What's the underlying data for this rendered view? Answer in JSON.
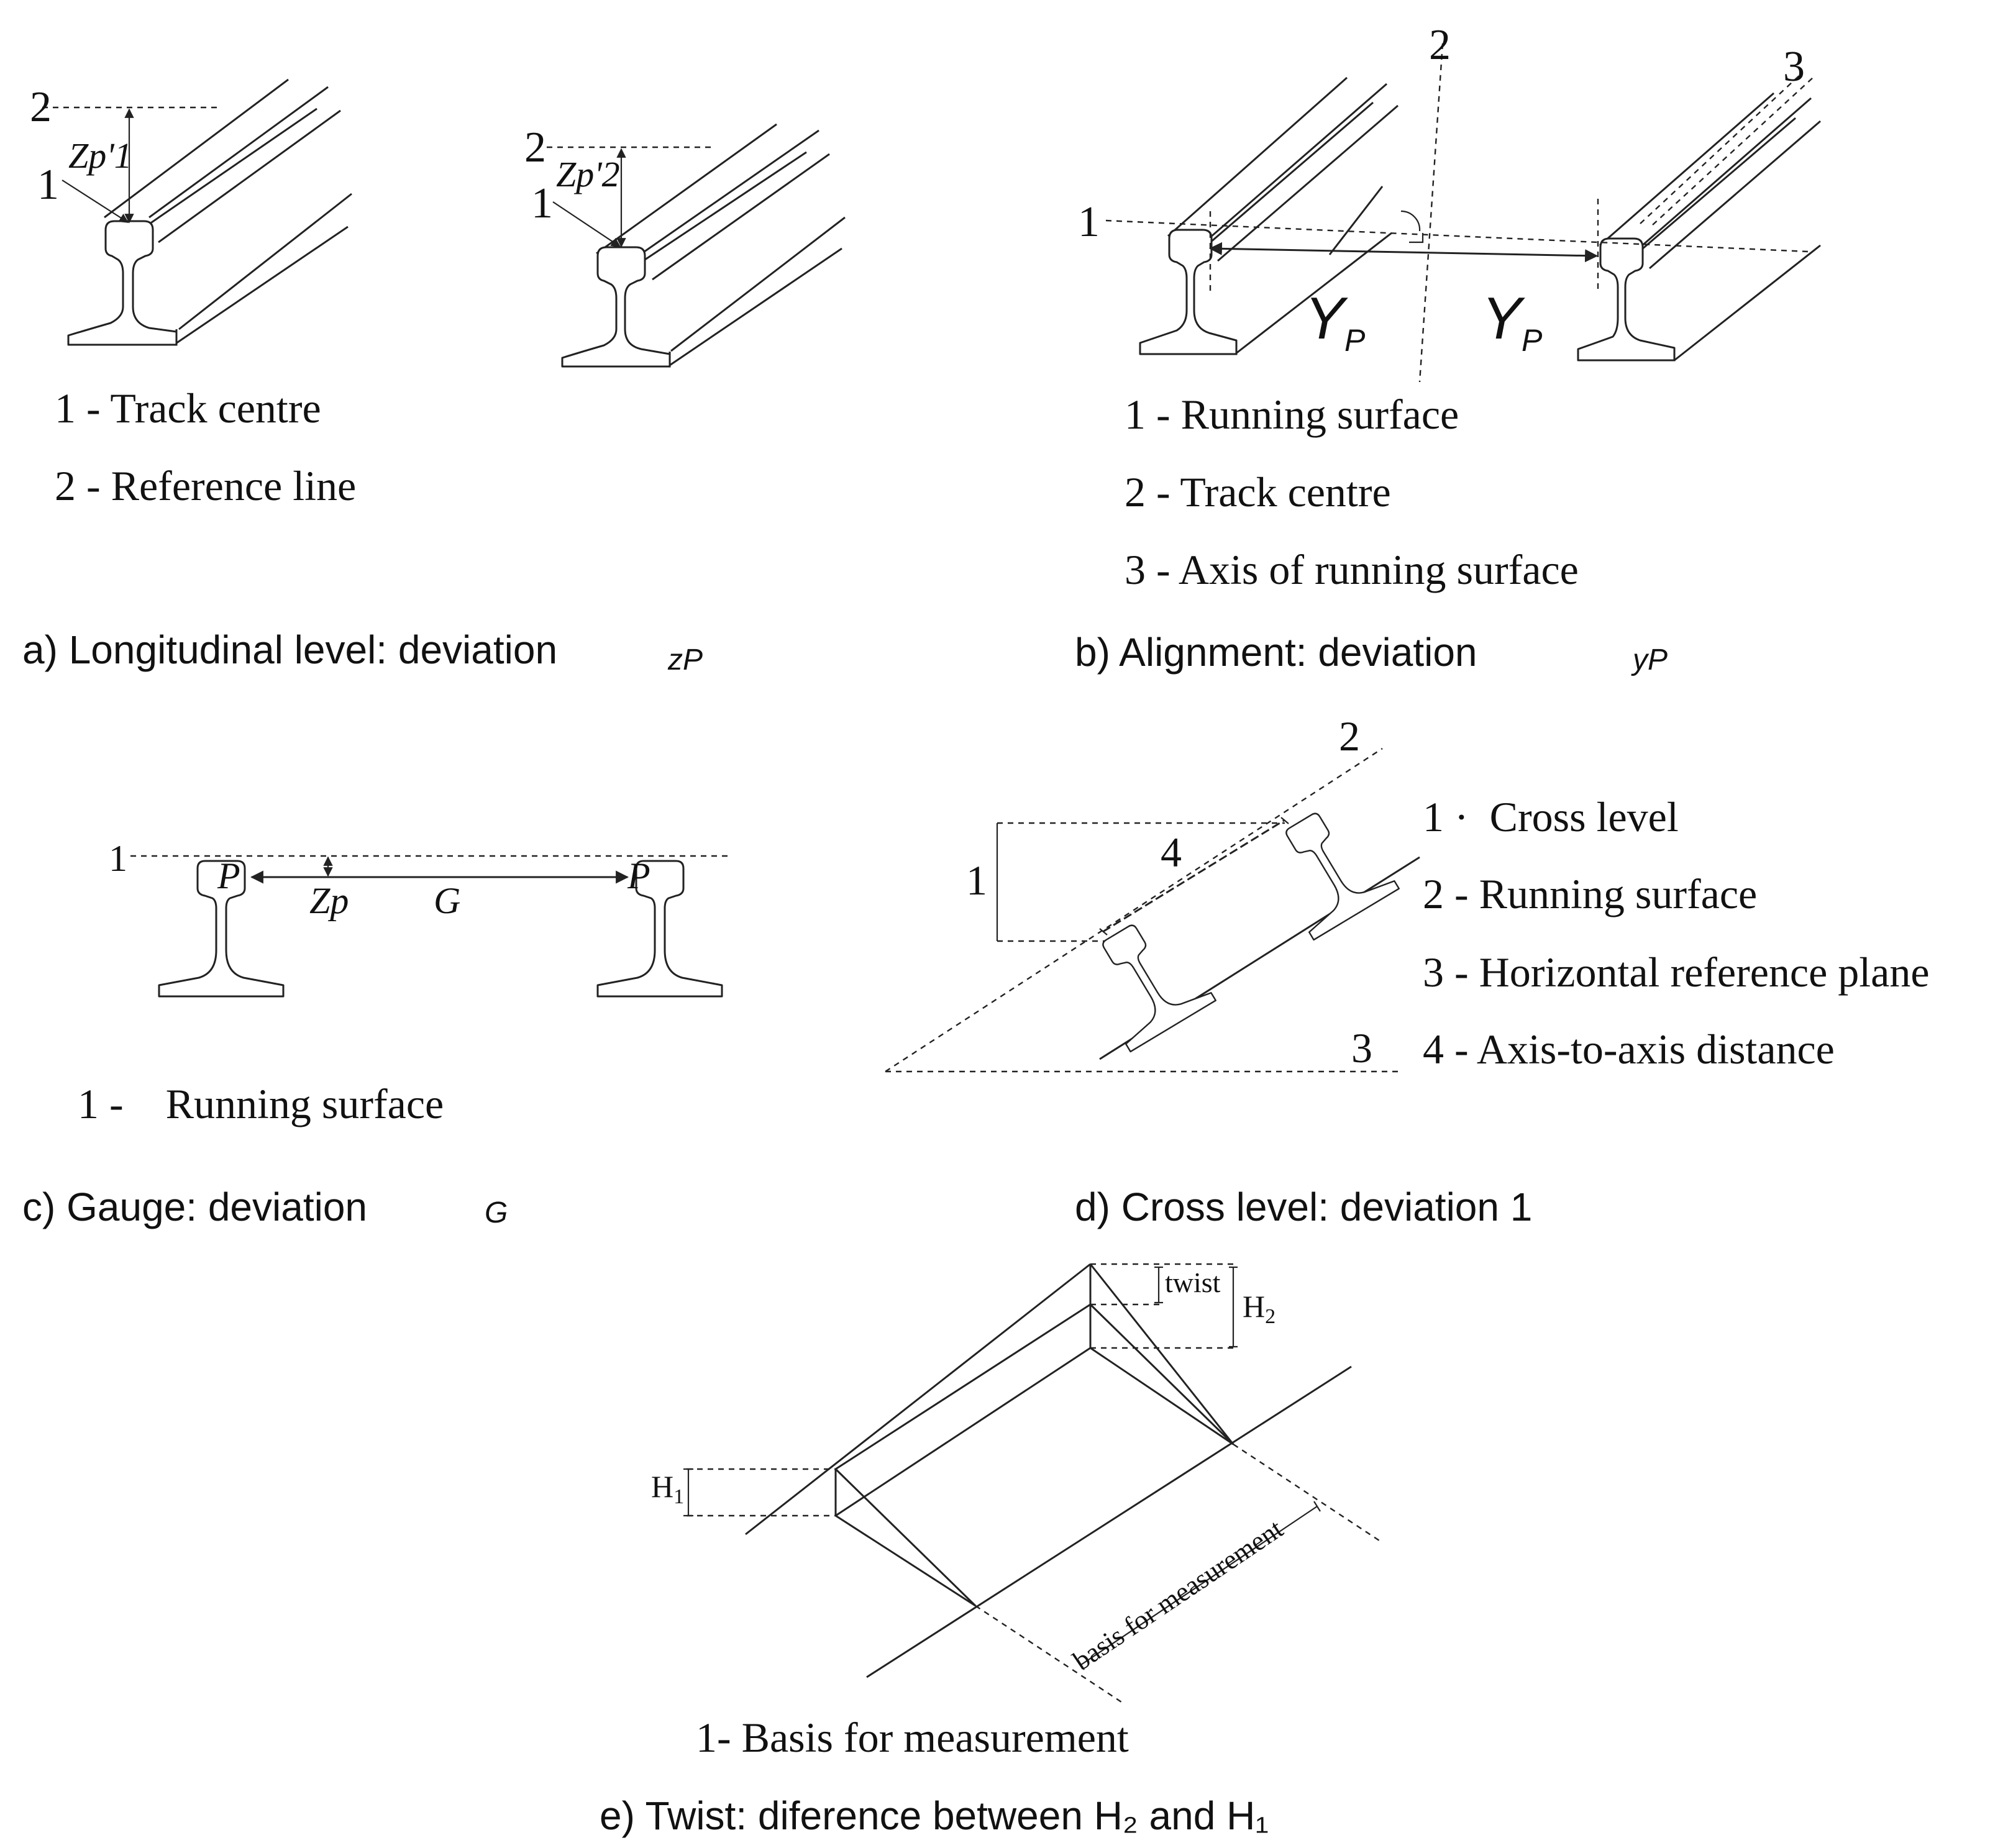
{
  "panel_a": {
    "caption": "a) Longitudinal level: deviation",
    "caption_symbol": "zP",
    "label_1": "1",
    "label_2": "2",
    "z_label_1": "Zp'1",
    "z_label_2": "Zp'2",
    "legend": [
      "1 - Track centre",
      "2 - Reference line"
    ]
  },
  "panel_b": {
    "caption": "b) Alignment: deviation",
    "caption_symbol": "yP",
    "label_1": "1",
    "label_2": "2",
    "label_3": "3",
    "y_label": "YP",
    "legend": [
      "1 - Running surface",
      "2 - Track centre",
      "3 - Axis of running surface"
    ]
  },
  "panel_c": {
    "caption": "c) Gauge: deviation",
    "caption_symbol": "G",
    "label_1": "1",
    "p_label": "P",
    "zp_label": "Zp",
    "g_label": "G",
    "legend": [
      "1 -    Running surface"
    ]
  },
  "panel_d": {
    "caption": "d) Cross level: deviation 1",
    "label_1": "1",
    "label_2": "2",
    "label_3": "3",
    "label_4": "4",
    "legend": [
      "1 ·  Cross level",
      "2 - Running surface",
      "3 - Horizontal reference plane",
      "4 - Axis-to-axis distance"
    ]
  },
  "panel_e": {
    "caption": "e) Twist: diference between H₂ and H₁",
    "twist_label": "twist",
    "h1_label": "H1",
    "h2_label": "H2",
    "basis_label": "basis for measurement",
    "legend": [
      "1- Basis for measurement"
    ]
  }
}
